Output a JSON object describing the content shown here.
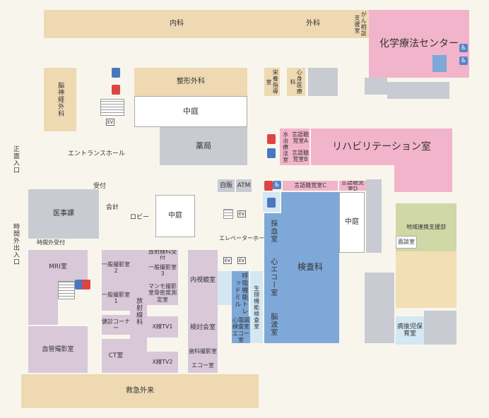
{
  "rooms": {
    "naika": "内科",
    "geka": "外科",
    "gan_shien": "がん相談支援室",
    "kagaku": "化学療法センター",
    "noushinkei": "脳神経外科",
    "seikei": "整形外科",
    "eiyou": "栄養指導室",
    "shinshin": "心身医療科",
    "nakaniwa": "中庭",
    "yakkyoku": "薬局",
    "entrance": "エントランスホール",
    "shomen": "正面入口",
    "suichi": "水治療法室",
    "shogai_a": "言語聴覚室A",
    "shogai_b": "言語聴覚室B",
    "reha": "リハビリテーション室",
    "uketsuke": "受付",
    "kaikei": "会計",
    "ijika": "医事課",
    "lobby": "ロビー",
    "jikangai_uketsuke": "時間外受付",
    "jikangai_iriguchi": "時間外出入口",
    "hanbai": "自販",
    "atm": "ATM",
    "elevator": "エレベーターホール",
    "chokaku_c": "言語聴覚室C",
    "chokaku_d": "言語聴覚室D",
    "saiketsu": "採血室",
    "kensa": "検査科",
    "chiiki": "地域連携支援部",
    "mendan": "面談室",
    "mri": "MRI室",
    "ippan2": "一般撮影室2",
    "ippan1": "一般撮影室1",
    "houshasen_uketsuke": "放射線科受付",
    "ippan3": "一般撮影室3",
    "mammo": "マンモ撮影室骨密度測定室",
    "houshasen": "放射線科",
    "kenshin": "健診コーナー",
    "xtv1": "X線TV1",
    "xtv2": "X線TV2",
    "ct": "CT室",
    "kekkan": "血管撮影室",
    "naishikyo": "内視鏡室",
    "kento": "検討会室",
    "kokyu": "呼吸機能トレッドミル",
    "seiri": "生理機能検査室",
    "shinden": "心電図検査室",
    "echo1": "エコー室",
    "echo2": "エコー室",
    "shin_echo": "心エコー室",
    "nouha": "脳波室",
    "shika": "歯科撮影室",
    "byogo": "病後児保育室",
    "kyukyu": "救急外来"
  }
}
